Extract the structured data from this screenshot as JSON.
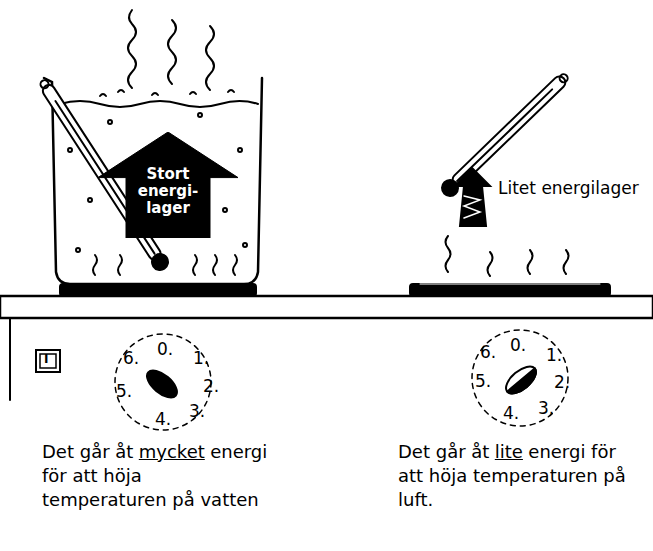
{
  "diagram": {
    "nodes": [
      {
        "text": [
          "Stort energi- lager"
        ]
      }
    ],
    "labels": [
      "Litet energilager",
      "I",
      "0.",
      "1.",
      "2.",
      "3.",
      "4.",
      "5.",
      "6.",
      "0.",
      "1.",
      "2.",
      "3.",
      "4.",
      "5.",
      "6.",
      "Det går åt",
      "mycket",
      "energi för att höja temperaturen på vatten",
      "Det går åt",
      "lite",
      "energi för att höja temperaturen på luft."
    ]
  }
}
